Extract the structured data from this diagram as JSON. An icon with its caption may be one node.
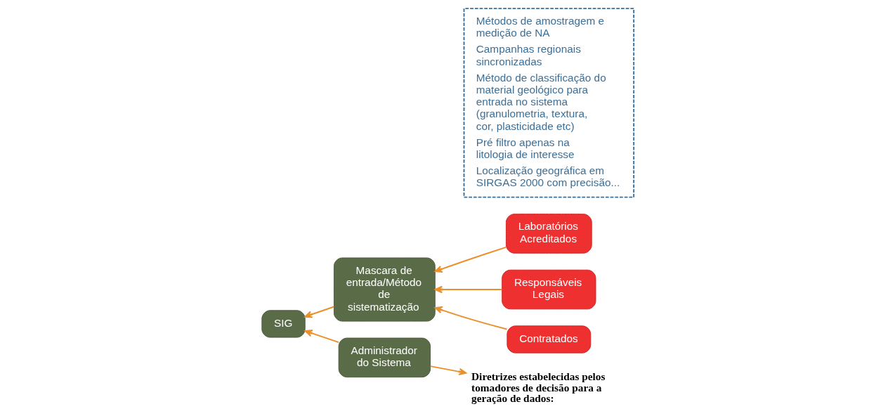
{
  "diagram": {
    "nodes": [
      {
        "text": [
          "Administrador do Sistema"
        ]
      },
      {
        "text": [
          "SIG"
        ]
      },
      {
        "text": [
          "Mascara de entrada/Método de sistematização"
        ]
      },
      {
        "text": [
          "Laboratórios Acreditados"
        ]
      },
      {
        "text": [
          "Responsáveis Legais"
        ]
      },
      {
        "text": [
          "Contratados"
        ]
      },
      {
        "text": [
          "Diretrizes estabelecidas pelos tomadores de decisão para a geração de dados:"
        ]
      },
      {
        "text": [
          "Métodos de amostragem e medição de NA",
          "Campanhas regionais sincronizadas",
          "Método de classificação do material geológico para entrada no sistema (granulometria, textura, cor, plasticidade etc)",
          "Pré filtro apenas na litologia de interesse",
          "Localização geográfica em SIRGAS 2000 com precisão..."
        ]
      }
    ],
    "edges": [
      {
        "from": 0,
        "to": 6,
        "arrow": "to"
      },
      {
        "from": 0,
        "to": 1,
        "arrow": "to"
      },
      {
        "from": 2,
        "to": 1,
        "arrow": "to"
      },
      {
        "from": 3,
        "to": 2,
        "arrow": "to"
      },
      {
        "from": 4,
        "to": 2,
        "arrow": "to"
      },
      {
        "from": 5,
        "to": 2,
        "arrow": "to"
      }
    ]
  }
}
